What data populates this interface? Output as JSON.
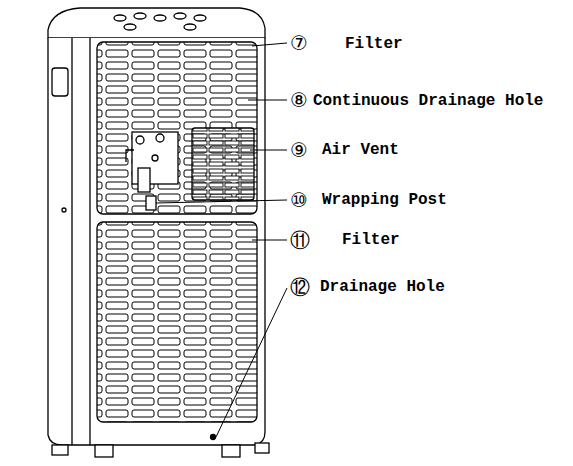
{
  "diagram": {
    "labels": [
      "⑦",
      "Filter",
      "⑧",
      "Continuous Drainage Hole",
      "⑨",
      "Air Vent",
      "⑩",
      "Wrapping Post",
      "⑪",
      "Filter",
      "⑫",
      "Drainage Hole"
    ]
  }
}
